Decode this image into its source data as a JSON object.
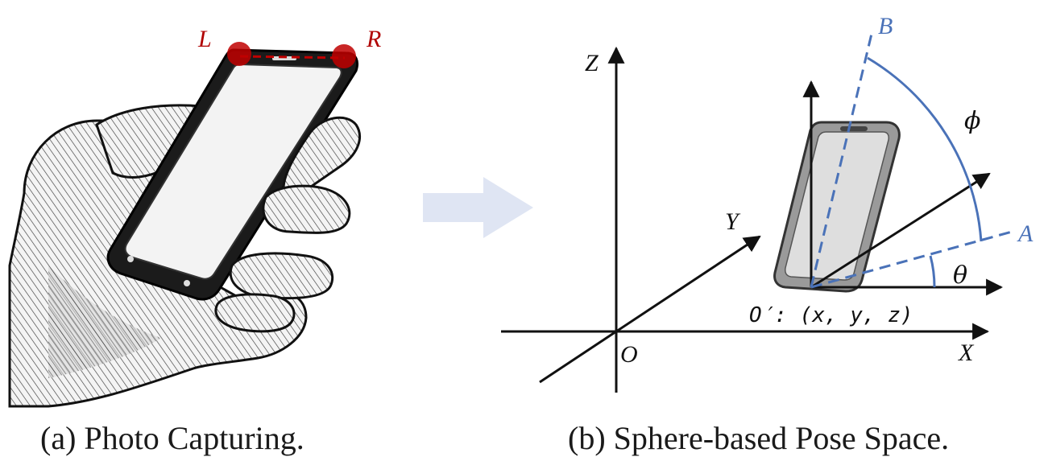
{
  "panel_a": {
    "caption": "(a) Photo Capturing.",
    "left_marker": "L",
    "right_marker": "R"
  },
  "panel_b": {
    "caption": "(b) Sphere-based Pose Space.",
    "axes": {
      "x": "X",
      "y": "Y",
      "z": "Z",
      "origin": "O"
    },
    "local_origin": "O′: (x, y, z)",
    "ray_a": "A",
    "ray_b": "B",
    "theta": "θ",
    "phi": "ϕ"
  },
  "colors": {
    "accent_blue": "#4a72b8",
    "marker_red": "#c00000",
    "arrow_fill": "#dfe5f3",
    "ink": "#111111"
  },
  "icons": [
    "hand-holding-phone-icon",
    "smartphone-icon",
    "transition-arrow-icon"
  ]
}
